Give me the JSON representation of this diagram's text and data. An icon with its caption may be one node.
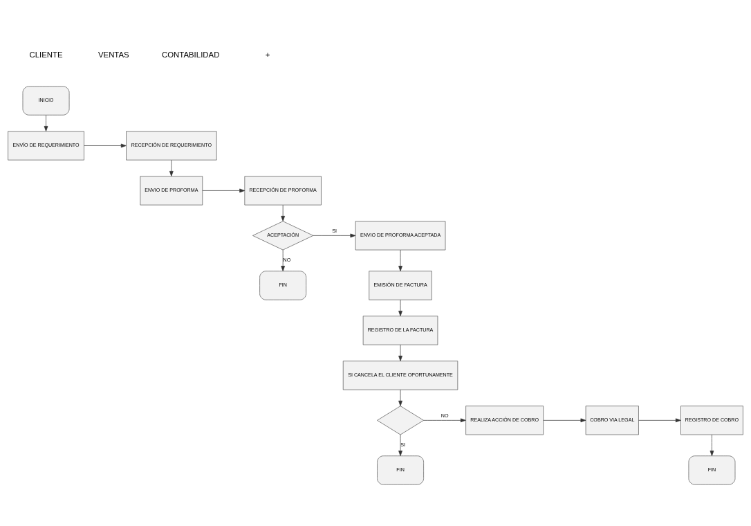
{
  "diagram": {
    "nodes": [
      {
        "text": [
          "INICIO"
        ]
      },
      {
        "text": [
          "ENVÍO DE REQUERIMIENTO"
        ]
      },
      {
        "text": [
          "RECEPCIÓN DE REQUERIMIENTO"
        ]
      },
      {
        "text": [
          "RECEPCIÓN DE PROFORMA"
        ]
      },
      {
        "text": [
          "ENVIO DE PROFORMA"
        ]
      },
      {
        "text": [
          "ACEPTACIÓN"
        ]
      },
      {
        "text": [
          "ENVIO DE PROFORMA ACEPTADA"
        ]
      },
      {
        "text": [
          "FIN"
        ]
      },
      {
        "text": [
          "EMISIÓN DE FACTURA"
        ]
      },
      {
        "text": [
          "REGISTRO DE LA FACTURA"
        ]
      },
      {
        "text": [
          "SI CANCELA EL CLIENTE OPORTUNAMENTE"
        ]
      },
      {
        "text": [],
        "shape": "diamond"
      },
      {
        "text": [
          "REALIZA ACCIÓN DE COBRO"
        ]
      },
      {
        "text": [
          "COBRO VIA LEGAL"
        ]
      },
      {
        "text": [
          "REGISTRO DE COBRO"
        ]
      },
      {
        "text": [
          "FIN"
        ]
      },
      {
        "text": [
          "FIN"
        ]
      }
    ],
    "edges": [
      {
        "from": 0,
        "to": 1,
        "arrow": "to"
      },
      {
        "from": 1,
        "to": 2,
        "arrow": "to"
      },
      {
        "from": 2,
        "to": 4,
        "arrow": "to"
      },
      {
        "from": 4,
        "to": 3,
        "arrow": "to"
      },
      {
        "from": 3,
        "to": 5,
        "arrow": "to"
      },
      {
        "from": 5,
        "to": 6,
        "arrow": "to",
        "label": "SI"
      },
      {
        "from": 5,
        "to": 7,
        "arrow": "to",
        "label": "NO"
      },
      {
        "from": 6,
        "to": 8,
        "arrow": "to"
      },
      {
        "from": 8,
        "to": 9,
        "arrow": "to"
      },
      {
        "from": 9,
        "to": 10,
        "arrow": "to"
      },
      {
        "from": 10,
        "to": 11,
        "arrow": "to"
      },
      {
        "from": 11,
        "to": 12,
        "arrow": "to",
        "label": "NO"
      },
      {
        "from": 11,
        "to": 15,
        "arrow": "to",
        "label": "SI"
      },
      {
        "from": 12,
        "to": 13,
        "arrow": "to"
      },
      {
        "from": 13,
        "to": 14,
        "arrow": "to"
      },
      {
        "from": 14,
        "to": 16,
        "arrow": "to"
      }
    ],
    "labels": [
      "CLIENTE",
      "VENTAS",
      "CONTABILIDAD",
      "+"
    ]
  }
}
